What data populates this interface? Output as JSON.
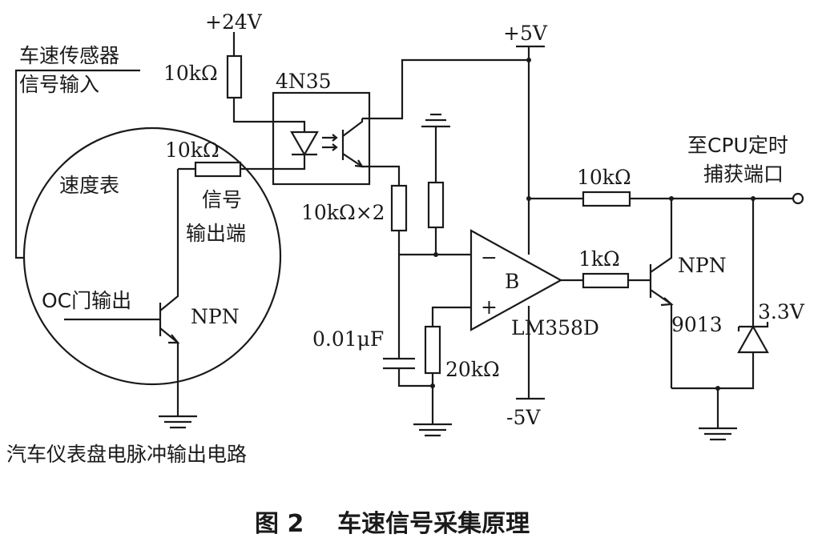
{
  "figure": {
    "caption": "图 2    车速信号采集原理"
  },
  "labels": {
    "supply_24v": "+24V",
    "sensor_title_line1": "车速传感器",
    "sensor_title_line2": "信号输入",
    "res_10k_top": "10kΩ",
    "optocoupler": "4N35",
    "supply_5v": "+5V",
    "speedometer": "速度表",
    "res_10k_inner": "10kΩ",
    "signal_out_line1": "信号",
    "signal_out_line2": "输出端",
    "res_10k_x2": "10kΩ×2",
    "oc_gate": "OC门输出",
    "npn_inner": "NPN",
    "opamp_minus": "−",
    "opamp_plus": "+",
    "opamp_name": "B",
    "opamp_part": "LM358D",
    "cap_value": "0.01μF",
    "res_20k": "20kΩ",
    "neg_supply": "-5V",
    "res_1k": "1kΩ",
    "npn_out": "NPN",
    "transistor_part": "9013",
    "res_10k_right": "10kΩ",
    "zener_value": "3.3V",
    "cpu_port_line1": "至CPU定时",
    "cpu_port_line2": "捕获端口",
    "dashboard_circuit": "汽车仪表盘电脉冲输出电路"
  }
}
